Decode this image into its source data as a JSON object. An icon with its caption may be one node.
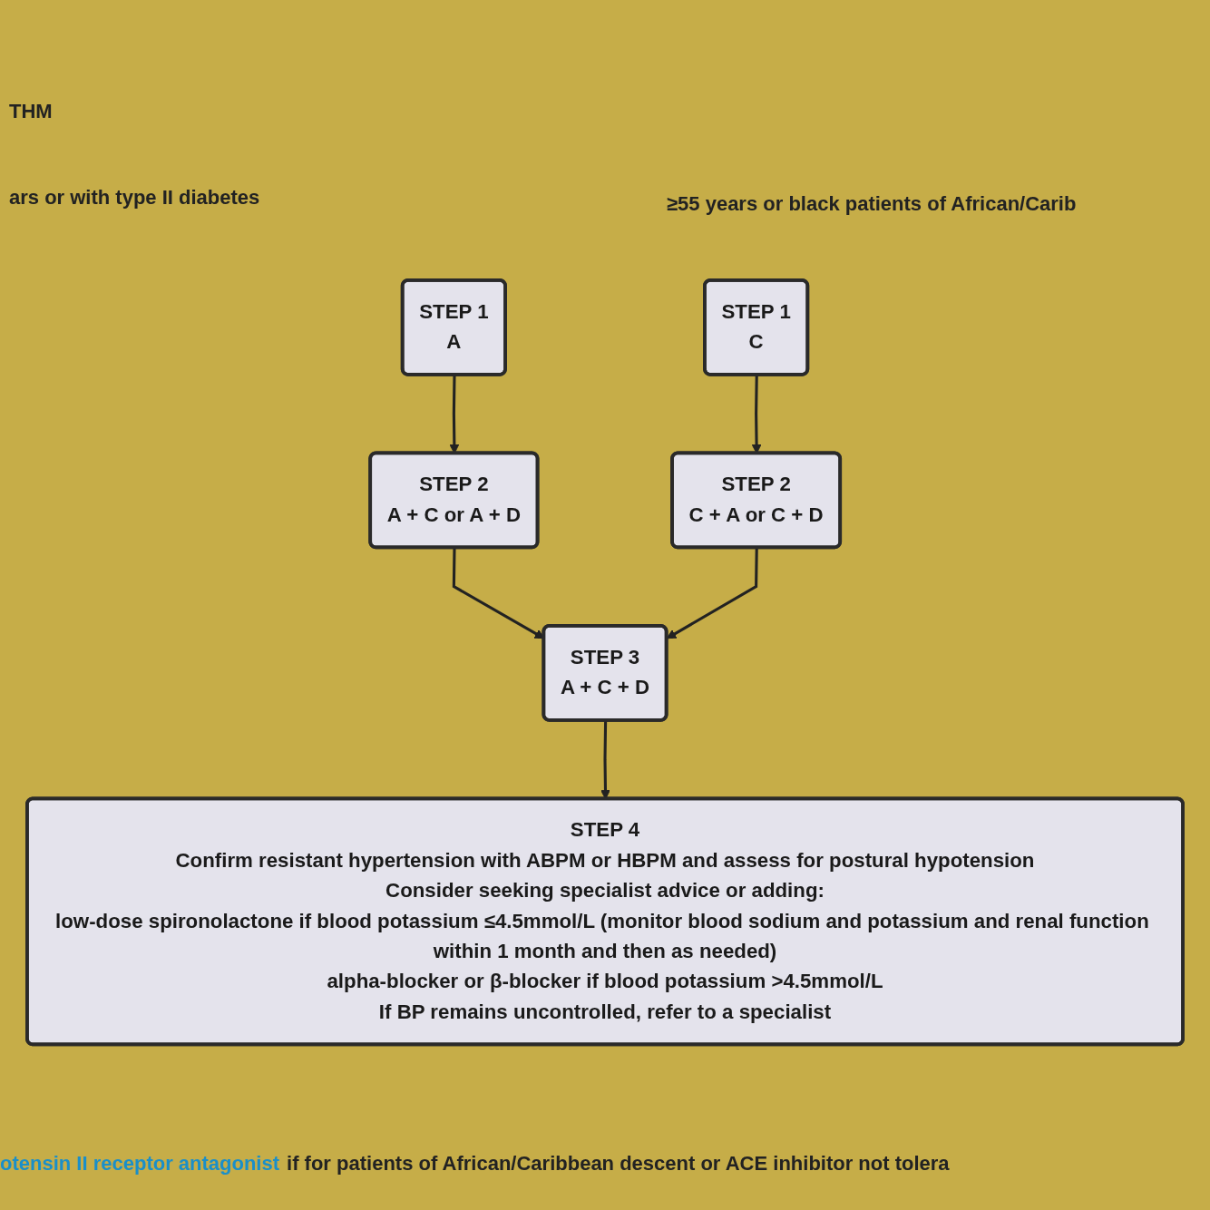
{
  "diagram": {
    "nodes": [
      {
        "text": [
          "STEP 1",
          "A"
        ]
      },
      {
        "text": [
          "STEP 1",
          "C"
        ]
      },
      {
        "text": [
          "STEP 2",
          "A + C or A + D"
        ]
      },
      {
        "text": [
          "STEP 2",
          "C + A or C + D"
        ]
      },
      {
        "text": [
          "STEP 3",
          "A + C + D"
        ]
      },
      {
        "text": [
          "STEP 4",
          "Confirm resistant hypertension with ABPM or HBPM and assess for postural hypotension",
          "Consider seeking specialist advice or adding:",
          "low-dose spironolactone if blood potassium ≤4.5mmol/L (monitor blood sodium and potassium and renal function within 1 month and then as needed)",
          "alpha-blocker or β-blocker if blood potassium >4.5mmol/L",
          "If BP remains uncontrolled, refer to a specialist"
        ]
      }
    ],
    "edges": [
      {
        "from": 0,
        "to": 2,
        "arrow": "to"
      },
      {
        "from": 1,
        "to": 3,
        "arrow": "to"
      },
      {
        "from": 2,
        "to": 4,
        "arrow": "to"
      },
      {
        "from": 3,
        "to": 4,
        "arrow": "to"
      },
      {
        "from": 4,
        "to": 5,
        "arrow": "to"
      }
    ],
    "labels": [
      "THM",
      "ars or with type II diabetes",
      "≥55 years or black patients of African/Carib",
      "otensin II receptor antagonist",
      "if for patients of African/Caribbean descent or ACE inhibitor not tolera"
    ]
  }
}
